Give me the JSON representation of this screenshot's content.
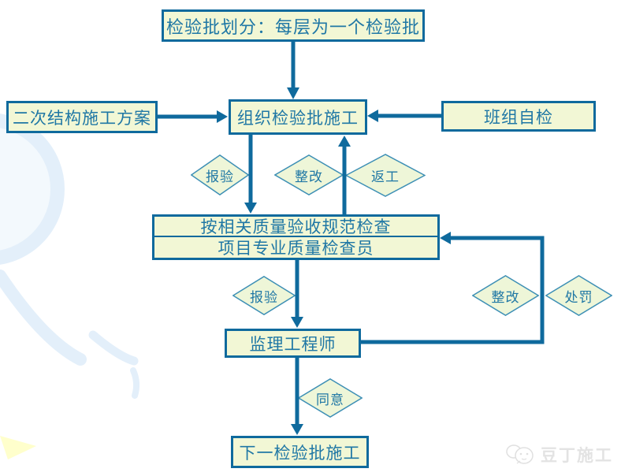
{
  "flowchart": {
    "boxes": {
      "division": "检验批划分：每层为一个检验批",
      "plan": "二次结构施工方案",
      "organize": "组织检验批施工",
      "team_self_check": "班组自检",
      "inspect_line1": "按相关质量验收规范检查",
      "inspect_line2": "项目专业质量检查员",
      "supervisor": "监理工程师",
      "next_batch": "下一检验批施工"
    },
    "labels": {
      "baoyan_1": "报验",
      "zhenggai_1": "整改",
      "fangong": "返工",
      "baoyan_2": "报验",
      "zhenggai_2": "整改",
      "chufa": "处罚",
      "tongyi": "同意"
    },
    "colors": {
      "node_fill": "#f2f7d5",
      "line": "#0f6a9d",
      "diamond_border": "#3d8fb5",
      "text": "#1f77a5"
    }
  },
  "watermark": {
    "label": "豆丁施工"
  }
}
